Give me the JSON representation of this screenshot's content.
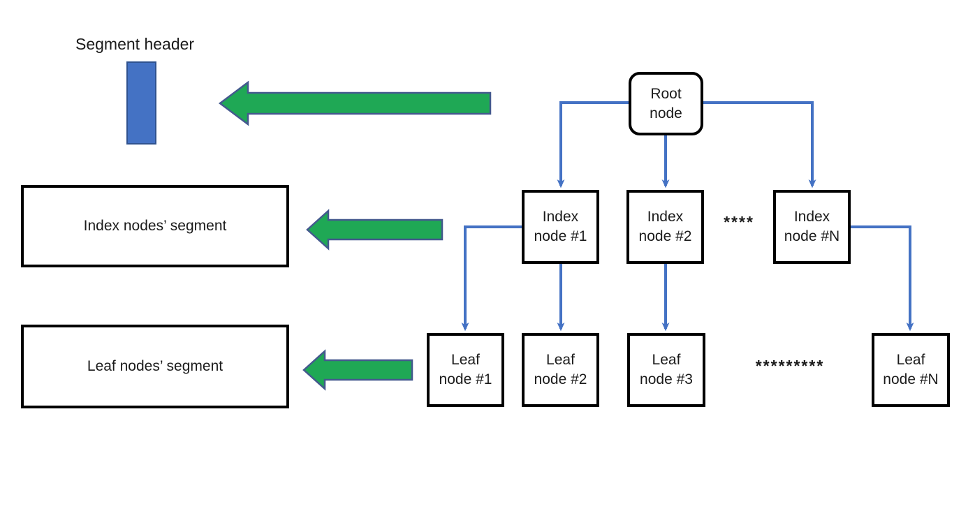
{
  "colors": {
    "connector_blue": "#4472C4",
    "header_fill": "#4472C4",
    "header_border": "#2F528F",
    "arrow_green": "#1FA855",
    "arrow_green_border": "#44598E",
    "node_border": "#000000",
    "text_color": "#1b1b1b",
    "background": "#FFFFFF"
  },
  "labels": {
    "segment_header": "Segment header",
    "index_segment": "Index nodes’ segment",
    "leaf_segment": "Leaf nodes’ segment"
  },
  "tree": {
    "root": {
      "label": "Root\nnode"
    },
    "index_nodes": [
      {
        "label": "Index\nnode #1"
      },
      {
        "label": "Index\nnode #2"
      },
      {
        "label": "Index\nnode #N"
      }
    ],
    "index_ellipsis": "****",
    "leaf_nodes": [
      {
        "label": "Leaf\nnode #1"
      },
      {
        "label": "Leaf\nnode #2"
      },
      {
        "label": "Leaf\nnode #3"
      },
      {
        "label": "Leaf\nnode #N"
      }
    ],
    "leaf_ellipsis": "*********"
  },
  "edges": [
    {
      "from": "root-node",
      "to": "index-node-1"
    },
    {
      "from": "root-node",
      "to": "index-node-2"
    },
    {
      "from": "root-node",
      "to": "index-node-n"
    },
    {
      "from": "index-node-1",
      "to": "leaf-node-1"
    },
    {
      "from": "index-node-1",
      "to": "leaf-node-2"
    },
    {
      "from": "index-node-2",
      "to": "leaf-node-3"
    },
    {
      "from": "index-node-n",
      "to": "leaf-node-n"
    }
  ],
  "callouts": [
    {
      "from": "root-node-row",
      "to": "segment-header"
    },
    {
      "from": "index-node-row",
      "to": "index-segment"
    },
    {
      "from": "leaf-node-row",
      "to": "leaf-segment"
    }
  ]
}
